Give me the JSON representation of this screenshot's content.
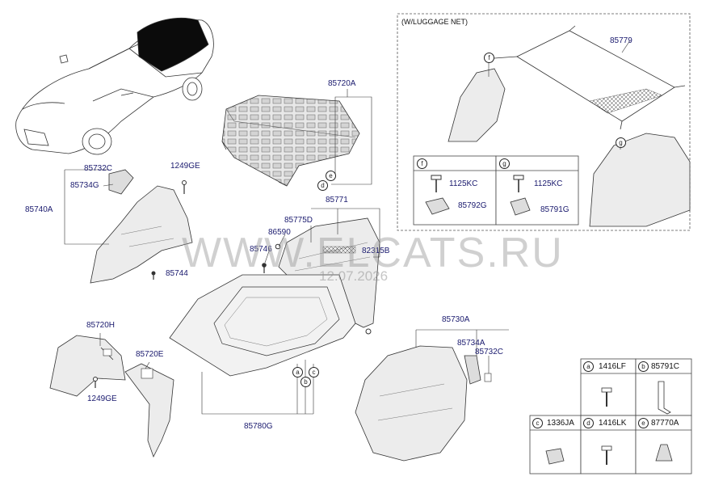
{
  "labels": {
    "p85720A": "85720A",
    "p85732C_top": "85732C",
    "p85734G": "85734G",
    "p1249GE_top": "1249GE",
    "p85740A": "85740A",
    "p85744": "85744",
    "p85771": "85771",
    "p85775D": "85775D",
    "p86590": "86590",
    "p85746": "85746",
    "p82315B": "82315B",
    "p85720H": "85720H",
    "p85720E": "85720E",
    "p1249GE_bot": "1249GE",
    "p85780G": "85780G",
    "p85730A": "85730A",
    "p85734A": "85734A",
    "p85732C_bot": "85732C",
    "p85779": "85779",
    "p1125KC_f": "1125KC",
    "p85792G": "85792G",
    "p1125KC_g": "1125KC",
    "p85791G": "85791G"
  },
  "luggage_net_title": "(W/LUGGAGE NET)",
  "circles": {
    "d": "d",
    "e": "e",
    "a": "a",
    "b": "b",
    "c": "c",
    "f": "f",
    "g": "g"
  },
  "legend": {
    "a": {
      "letter": "a",
      "part": "1416LF"
    },
    "b": {
      "letter": "b",
      "part": "85791C"
    },
    "c": {
      "letter": "c",
      "part": "1336JA"
    },
    "d": {
      "letter": "d",
      "part": "1416LK"
    },
    "e": {
      "letter": "e",
      "part": "87770A"
    }
  },
  "subbox": {
    "f": {
      "letter": "f"
    },
    "g": {
      "letter": "g"
    }
  },
  "watermark": {
    "text": "WWW.ELCATS.RU",
    "date": "12.07.2026"
  }
}
